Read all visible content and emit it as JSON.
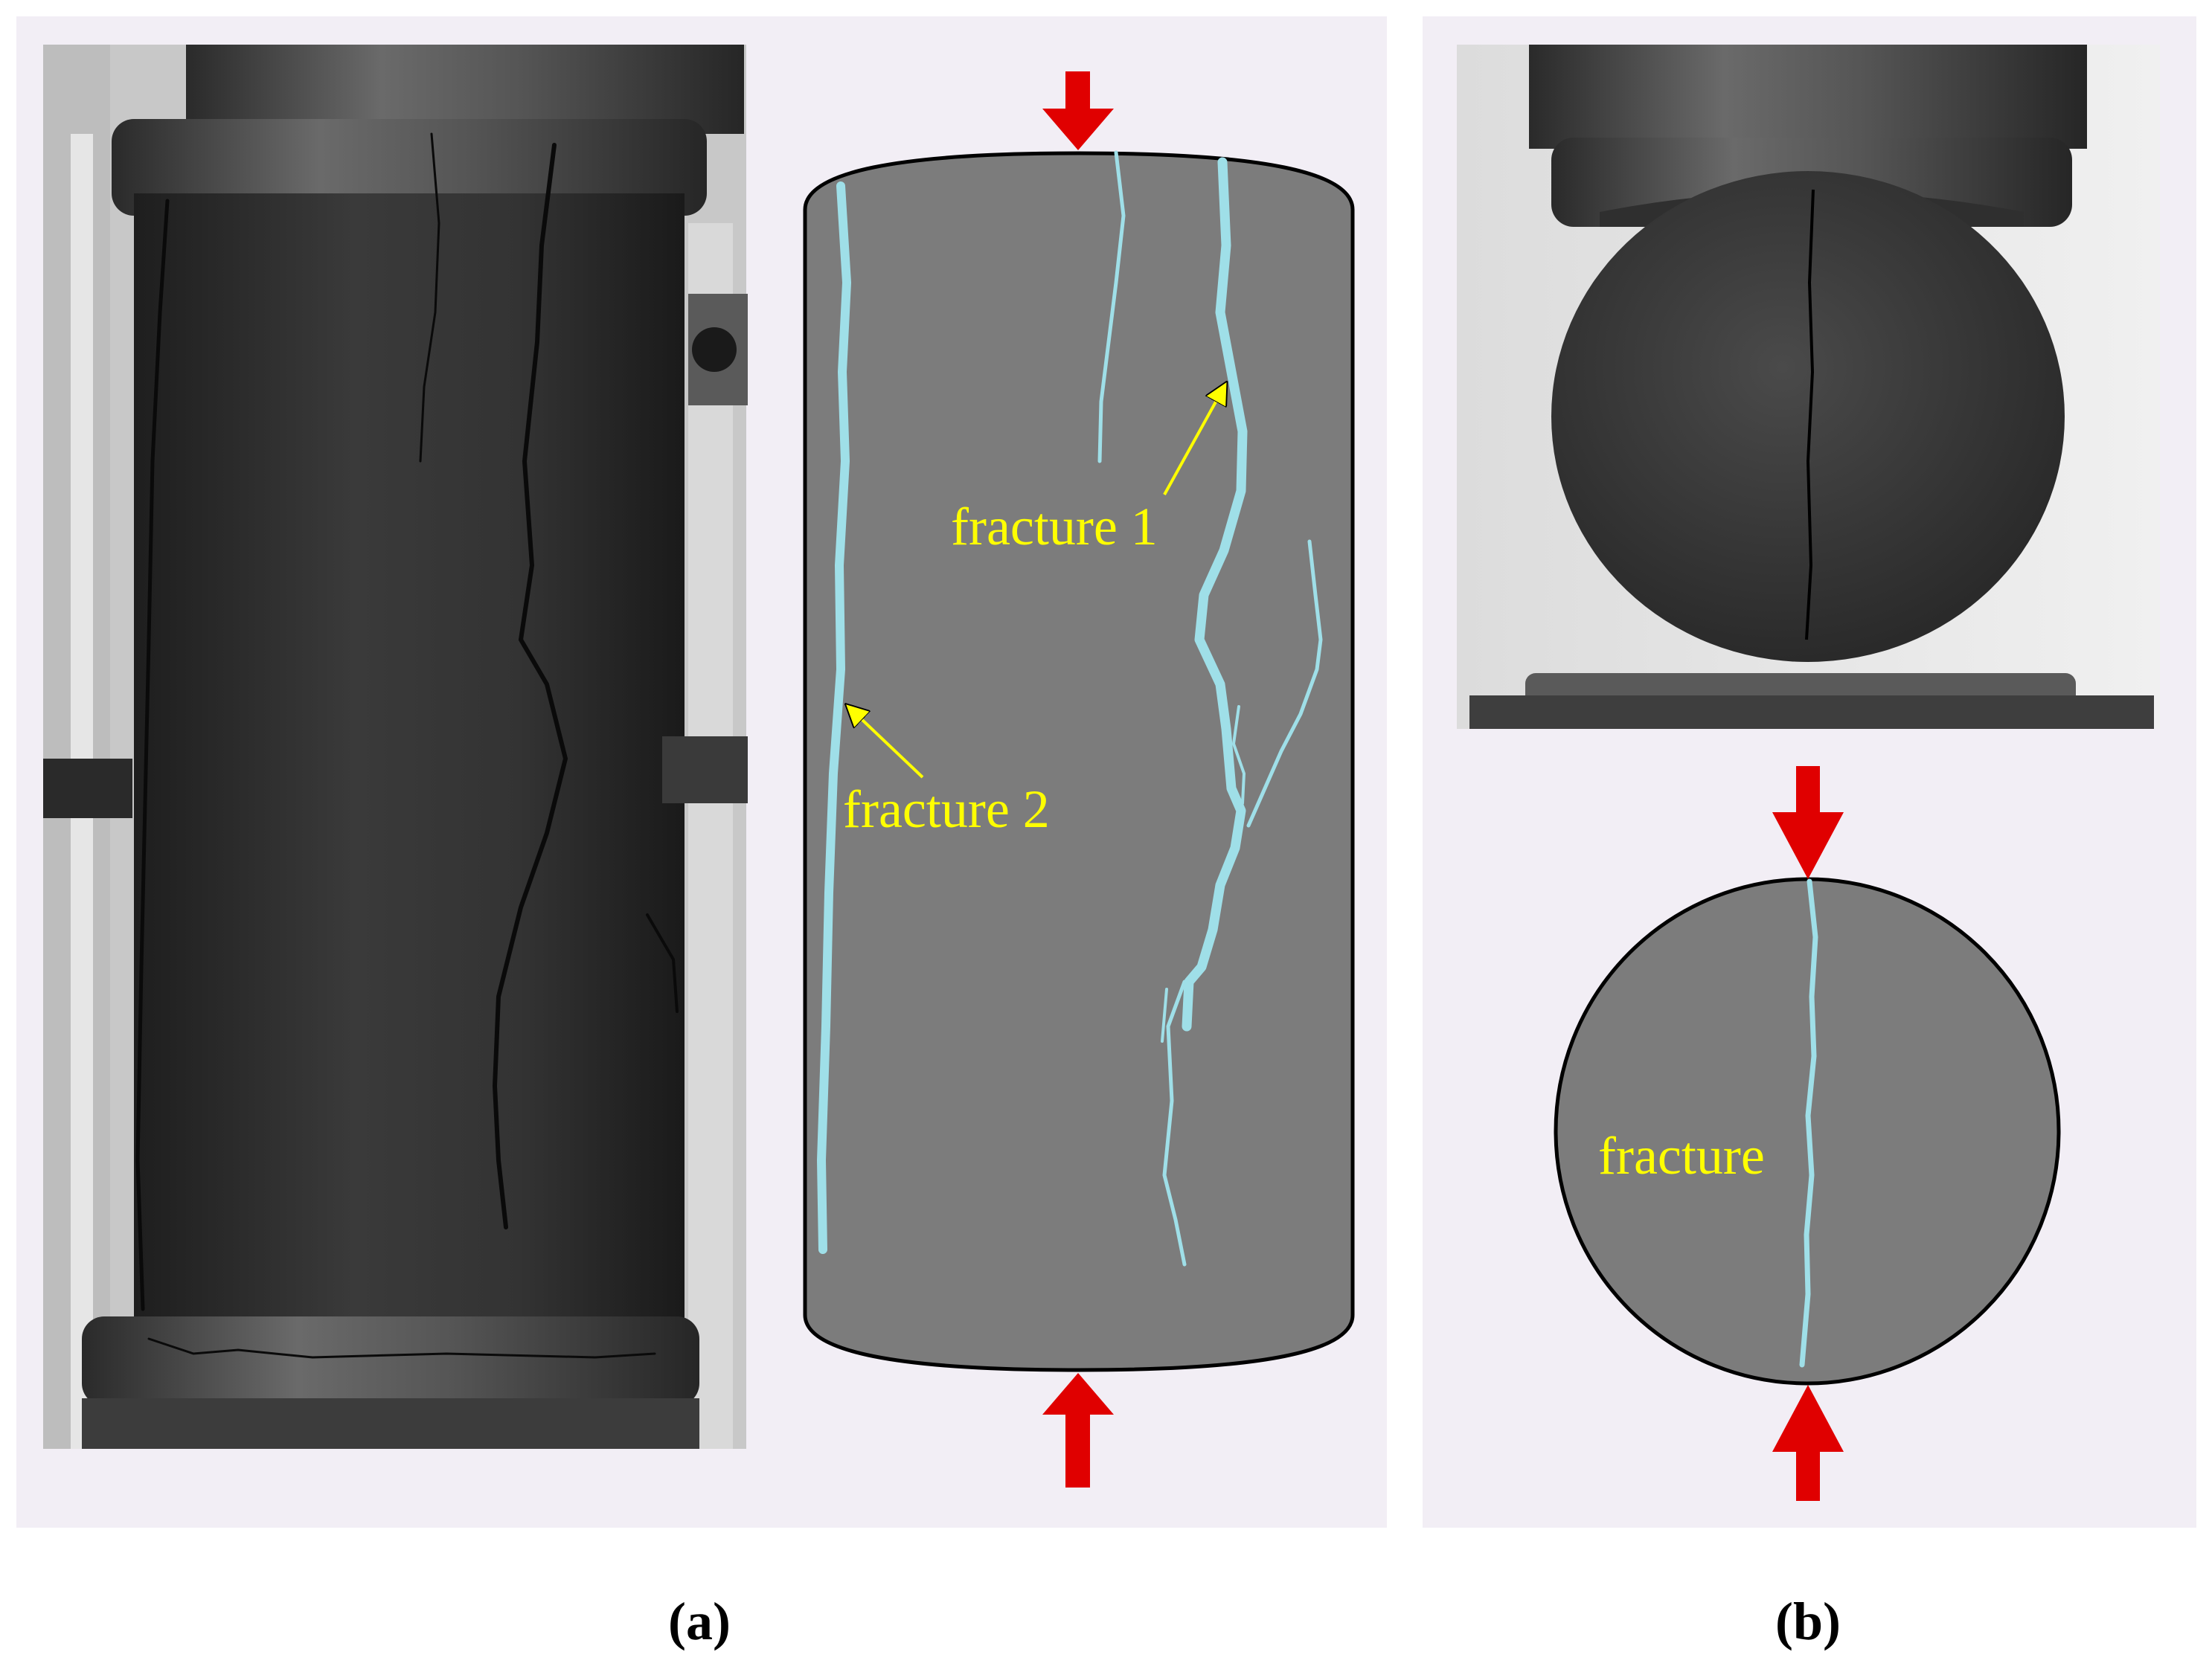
{
  "panel_a": {
    "annotations": {
      "fracture_1": "fracture 1",
      "fracture_2": "fracture 2"
    },
    "caption": "(a)"
  },
  "panel_b": {
    "annotations": {
      "fracture": "fracture"
    },
    "caption": "(b)"
  },
  "colors": {
    "panel_background": "#f2eef5",
    "specimen_fill": "#7c7c7c",
    "fracture_line": "#9fdfe8",
    "annotation_text": "#ffff00",
    "load_arrow": "#e00000",
    "photo_specimen": "#2c2c2c",
    "photo_steel": "#4a4a4a"
  },
  "icons": {
    "load_arrow": "down-arrow-icon / up-arrow-icon"
  }
}
